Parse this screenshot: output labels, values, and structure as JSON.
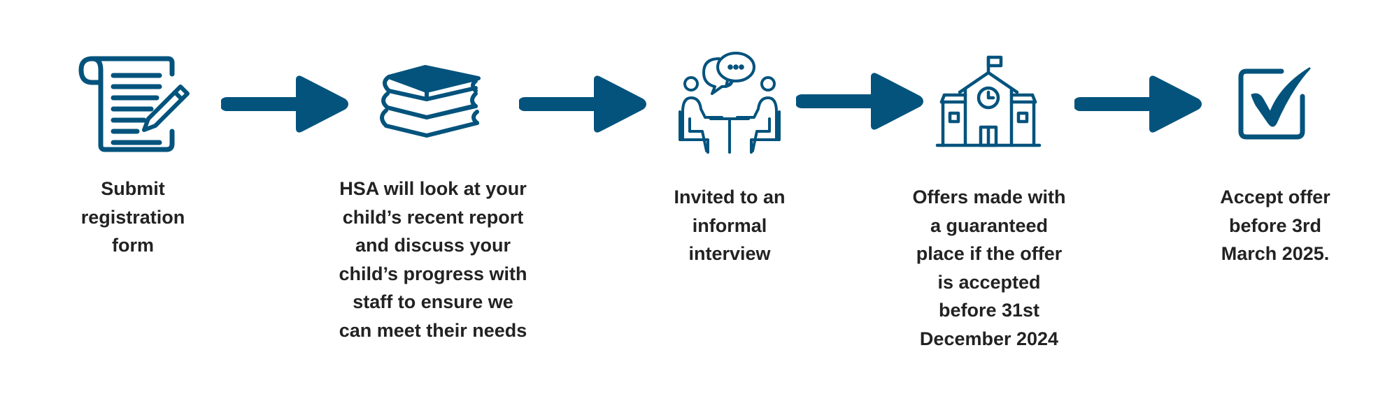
{
  "colors": {
    "primary": "#03537d",
    "text": "#222222"
  },
  "steps": [
    {
      "icon": "registration-form-icon",
      "lines": [
        "Submit",
        "registration",
        "form"
      ]
    },
    {
      "icon": "books-icon",
      "lines": [
        "HSA will look at your",
        "child’s recent report",
        "and discuss your",
        "child’s progress with",
        "staff to ensure we",
        "can meet their needs"
      ]
    },
    {
      "icon": "interview-icon",
      "lines": [
        "Invited to an",
        "informal",
        "interview"
      ]
    },
    {
      "icon": "school-icon",
      "lines": [
        "Offers made with",
        "a guaranteed",
        "place if the offer",
        "is accepted",
        "before 31st",
        "December 2024"
      ]
    },
    {
      "icon": "checkbox-icon",
      "lines": [
        "Accept offer",
        "before 3rd",
        "March 2025."
      ]
    }
  ],
  "arrows": [
    "arrow-icon",
    "arrow-icon",
    "arrow-icon",
    "arrow-icon"
  ]
}
